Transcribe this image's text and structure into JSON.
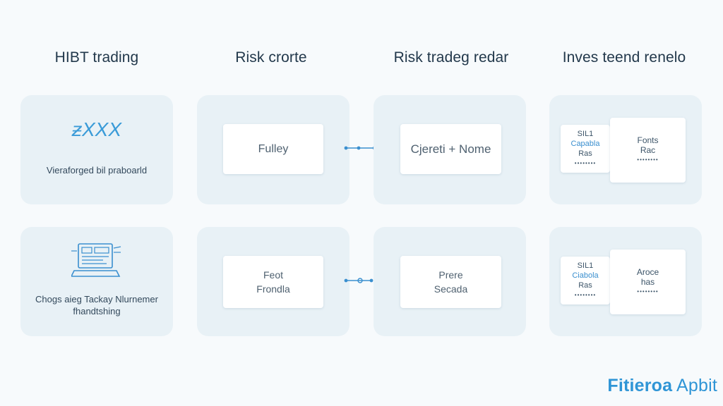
{
  "columns": [
    {
      "title": "HIBT trading"
    },
    {
      "title": "Risk crorte"
    },
    {
      "title": "Risk tradeg redar"
    },
    {
      "title": "Inves teend renelo"
    }
  ],
  "row1": {
    "col1": {
      "logo": "ƶXXX",
      "caption": "Vieraforged bil praboarld"
    },
    "col2": {
      "card": "Fulley"
    },
    "col3": {
      "card": "Cjereti + Nome"
    },
    "col4": {
      "left": {
        "l1": "SIL1",
        "l2": "Capabla",
        "l3": "Ras",
        "l4": "••••••••"
      },
      "right": {
        "l1": "Fonts",
        "l2": "Rac",
        "l3": "••••••••"
      }
    }
  },
  "row2": {
    "col1": {
      "caption_line1": "Chogs aieg Tackay Nlurnemer",
      "caption_line2": "fhandtshing"
    },
    "col2": {
      "line1": "Feot",
      "line2": "Frondla"
    },
    "col3": {
      "line1": "Prere",
      "line2": "Secada"
    },
    "col4": {
      "left": {
        "l1": "SIL1",
        "l2": "Ciabola",
        "l3": "Ras",
        "l4": "••••••••"
      },
      "right": {
        "l1": "Aroce",
        "l2": "has",
        "l3": "••••••••"
      }
    }
  },
  "brand": {
    "bold": "Fitieroa",
    "regular": " Apbit"
  },
  "colors": {
    "accent": "#3a9bd8",
    "panel": "#e8f1f6",
    "background": "#f7fafc"
  }
}
